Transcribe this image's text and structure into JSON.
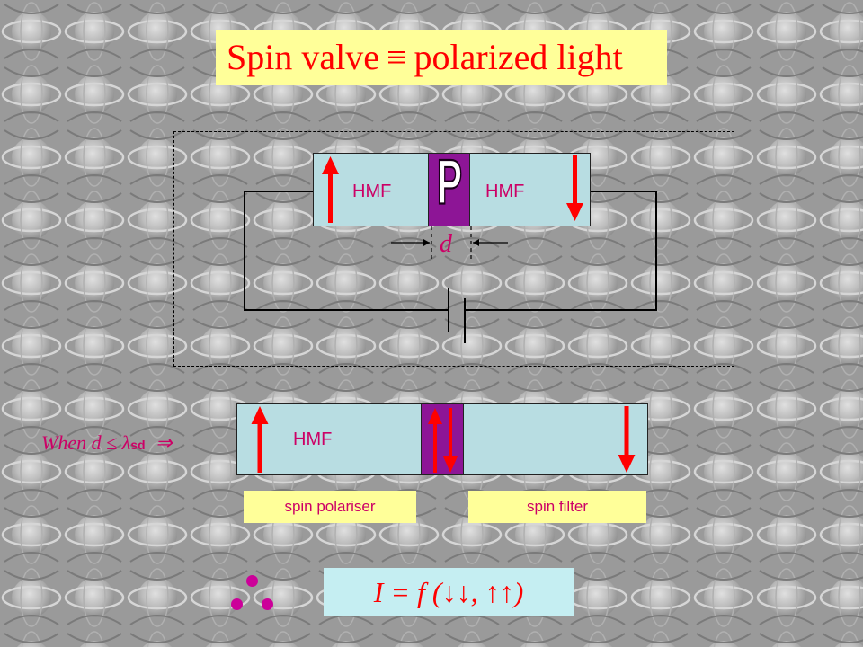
{
  "slide": {
    "title": {
      "left": "Spin valve",
      "symbol": "≡",
      "right": "polarized light"
    },
    "circuit": {
      "left_layer_label": "HMF",
      "right_layer_label": "HMF",
      "spacer_letter": "P",
      "gap_label": "d"
    },
    "condition": {
      "prefix": "When d ≤ λ",
      "subscript": "sd",
      "implies": "⇒"
    },
    "device": {
      "layer_label": "HMF",
      "captions": [
        "spin polariser",
        "spin filter"
      ]
    },
    "therefore_symbol": "∴",
    "formula": "I = f (↓↓, ↑↑)"
  },
  "colors": {
    "background": "#9a9a9a",
    "title_box": "#ffff99",
    "title_text": "#ff0000",
    "layer_fill": "#b8dde2",
    "spacer_fill": "#8d1596",
    "label_text": "#cc0066",
    "arrow": "#ff0000",
    "formula_box": "#c5eef2"
  }
}
